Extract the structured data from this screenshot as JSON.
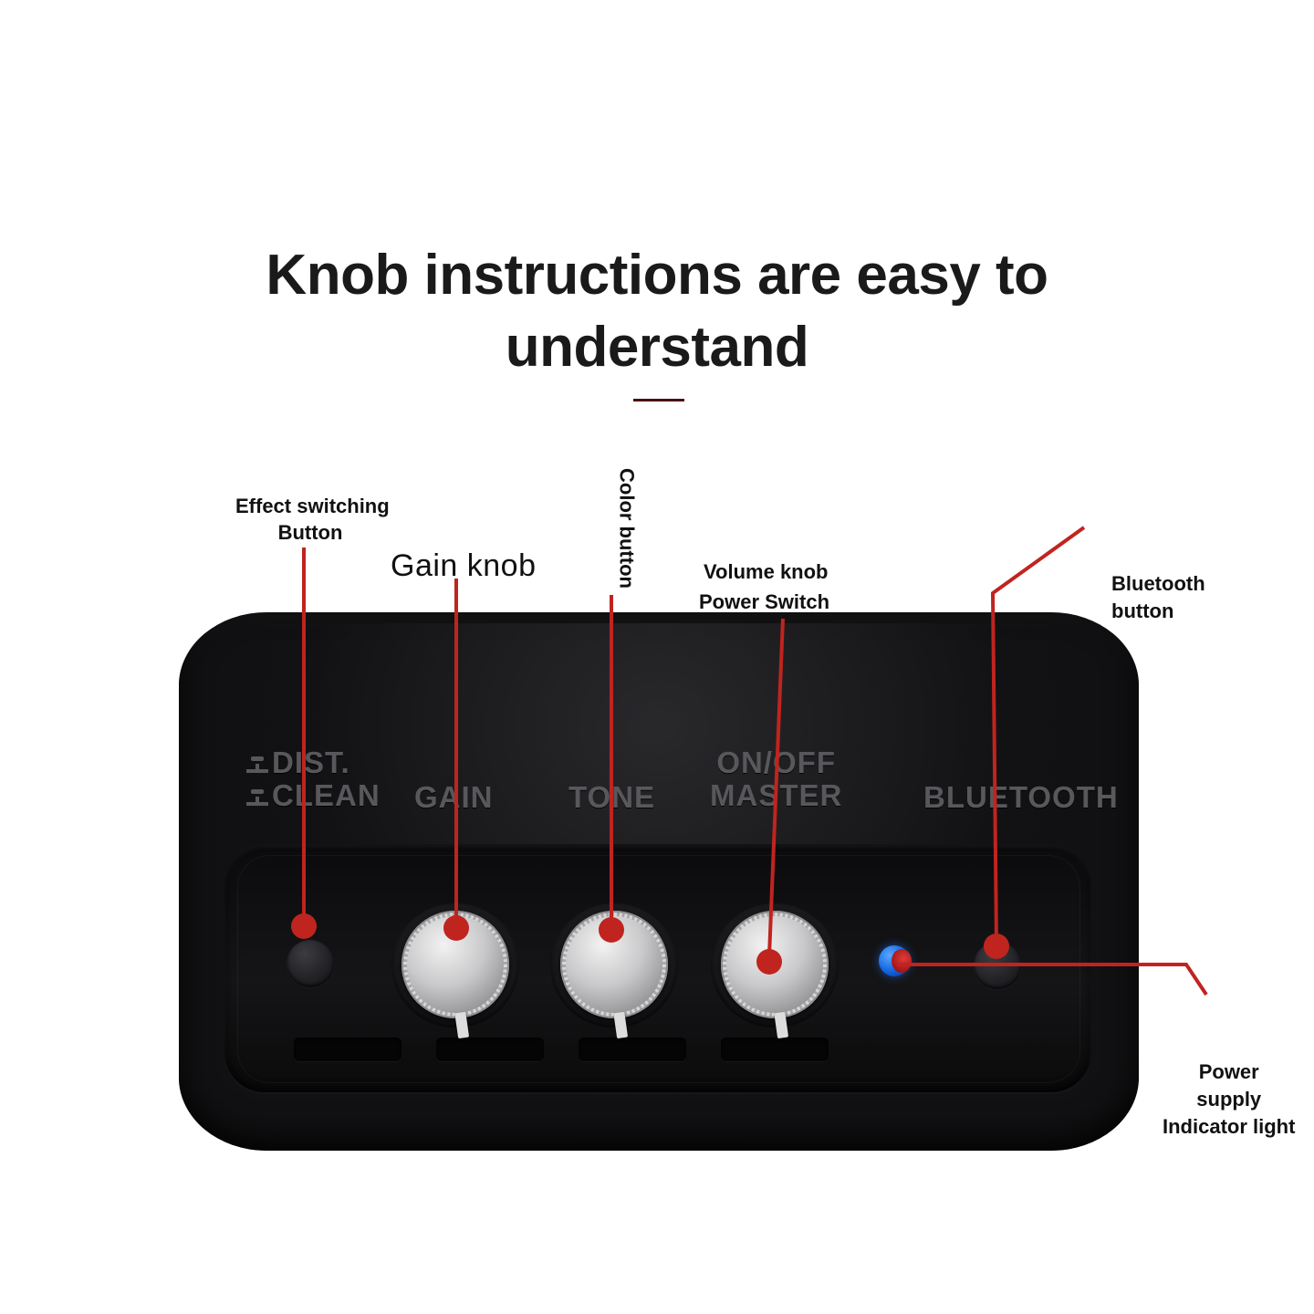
{
  "heading": {
    "line1": "Knob instructions are easy to",
    "line2": "understand"
  },
  "device": {
    "printed_labels": {
      "dist": "DIST.",
      "clean": "CLEAN",
      "gain": "GAIN",
      "tone": "TONE",
      "onoff": "ON/OFF",
      "master": "MASTER",
      "bluetooth": "BLUETOOTH"
    }
  },
  "annotations": {
    "effect_line1": "Effect switching",
    "effect_line2": "Button",
    "gain": "Gain knob",
    "color": "Color button",
    "volume": "Volume knob",
    "power": "Power Switch",
    "bluetooth_line1": "Bluetooth",
    "bluetooth_line2": "button",
    "supply_line1": "Power",
    "supply_line2": "supply",
    "supply_line3": "Indicator light"
  },
  "colors": {
    "leader_line": "#c0241f",
    "heading_text": "#1a1a1a",
    "device_body": "#111113",
    "printed_label": "#58585c",
    "led_blue": "#1264e0",
    "led_red": "#c01f1f"
  }
}
